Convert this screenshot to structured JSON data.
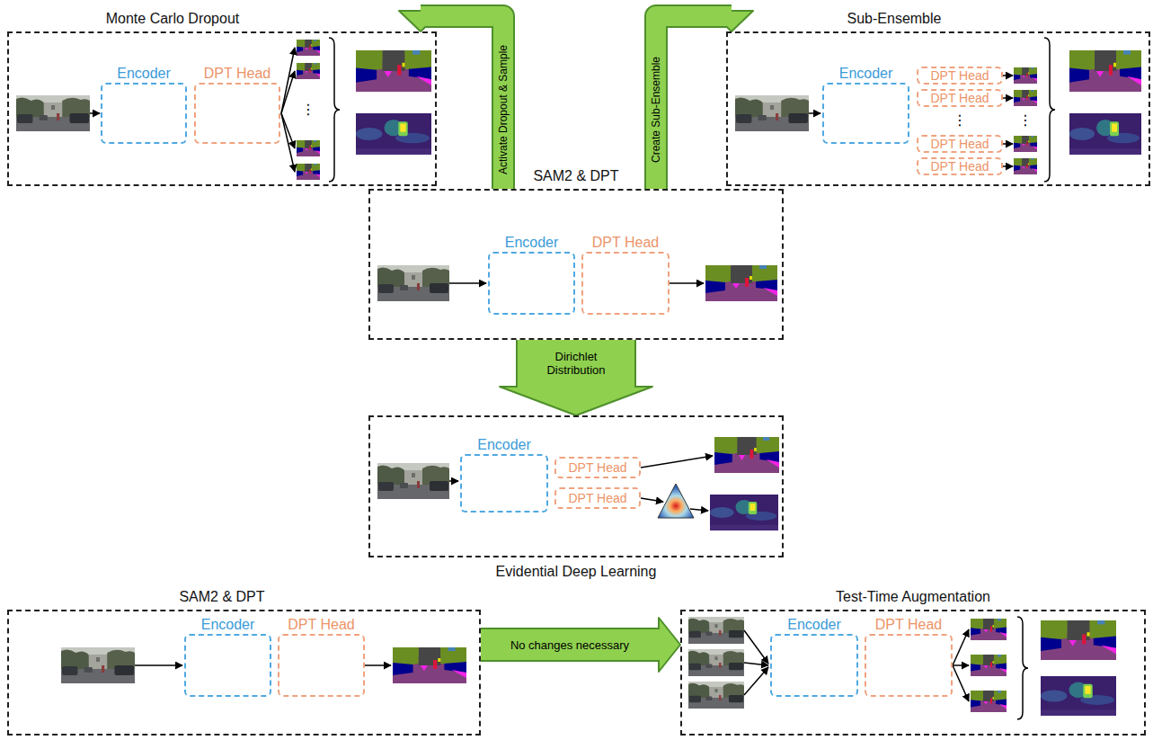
{
  "diagram": {
    "nodes": [
      {
        "text": [
          "Monte Carlo Dropout"
        ]
      },
      {
        "text": [
          "Encoder"
        ],
        "in": 0
      },
      {
        "text": [
          "DPT Head"
        ],
        "in": 0
      },
      {
        "text": [
          "Sub-Ensemble"
        ]
      },
      {
        "text": [
          "Encoder"
        ],
        "in": 3
      },
      {
        "text": [
          "DPT Head"
        ],
        "in": 3
      },
      {
        "text": [
          "DPT Head"
        ],
        "in": 3
      },
      {
        "text": [
          "DPT Head"
        ],
        "in": 3
      },
      {
        "text": [
          "DPT Head"
        ],
        "in": 3
      },
      {
        "text": [
          "SAM2 & DPT"
        ]
      },
      {
        "text": [
          "Encoder"
        ],
        "in": 9
      },
      {
        "text": [
          "DPT Head"
        ],
        "in": 9
      },
      {
        "text": [
          "Evidential Deep Learning"
        ]
      },
      {
        "text": [
          "Encoder"
        ],
        "in": 12
      },
      {
        "text": [
          "DPT Head"
        ],
        "in": 12
      },
      {
        "text": [
          "DPT Head"
        ],
        "in": 12
      },
      {
        "text": [
          "SAM2 & DPT"
        ]
      },
      {
        "text": [
          "Encoder"
        ],
        "in": 16
      },
      {
        "text": [
          "DPT Head"
        ],
        "in": 16
      },
      {
        "text": [
          "Test-Time Augmentation"
        ]
      },
      {
        "text": [
          "Encoder"
        ],
        "in": 19
      },
      {
        "text": [
          "DPT Head"
        ],
        "in": 19
      }
    ],
    "edges": [
      {
        "from": 9,
        "to": 0,
        "label": "Activate Dropout & Sample",
        "arrow": "to"
      },
      {
        "from": 9,
        "to": 3,
        "label": "Create Sub-Ensemble",
        "arrow": "to"
      },
      {
        "from": 9,
        "to": 12,
        "label": "Dirichlet Distribution",
        "arrow": "to"
      },
      {
        "from": 16,
        "to": 19,
        "label": "No changes necessary",
        "arrow": "to"
      }
    ],
    "labels": [
      "⋮",
      "⋮",
      "⋮"
    ]
  }
}
